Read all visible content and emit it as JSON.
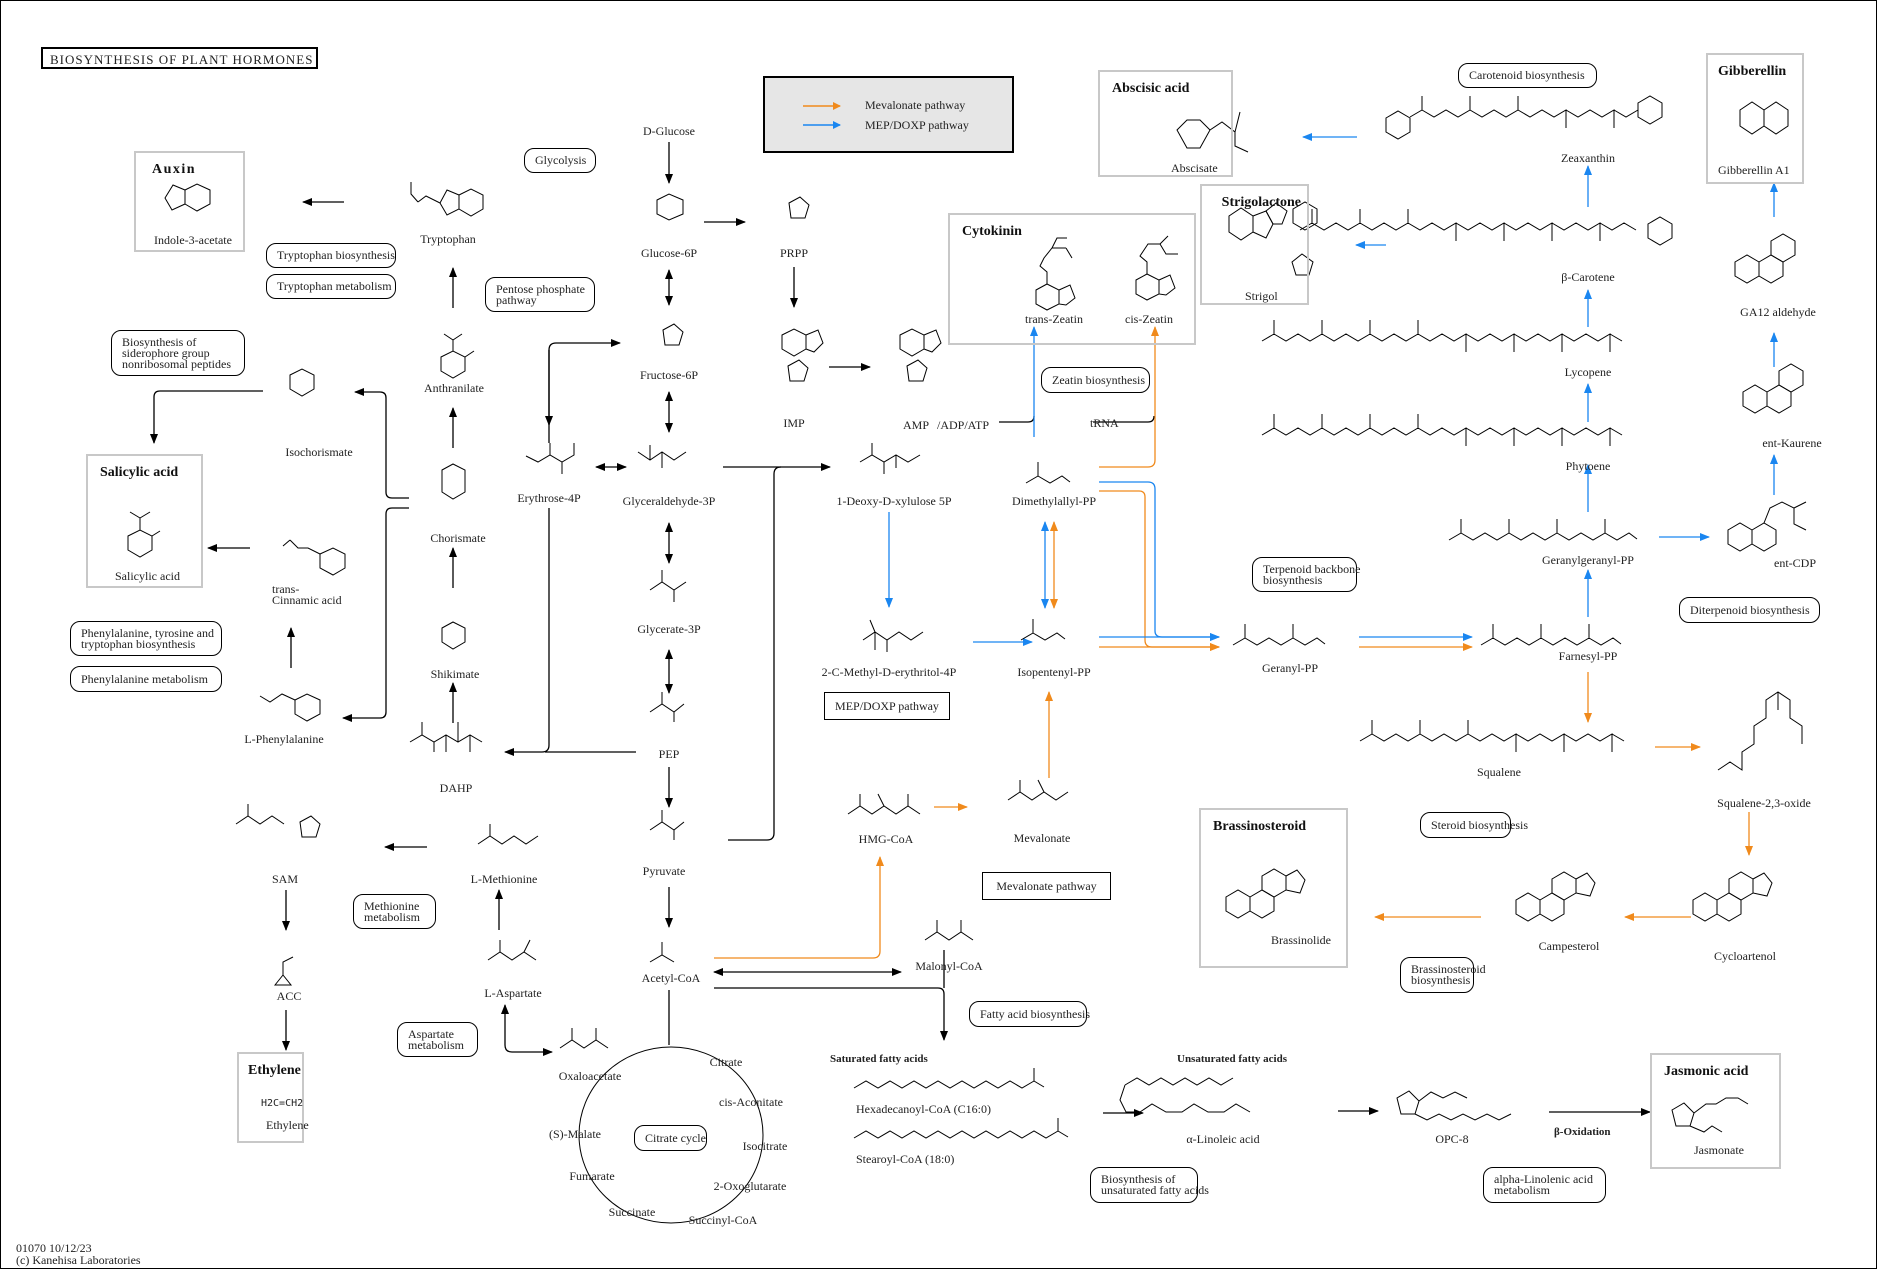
{
  "title": "BIOSYNTHESIS OF PLANT HORMONES",
  "colors": {
    "mevalonate": "#f08a1c",
    "mep_doxp": "#1a86f0",
    "hormone_box_border": "#c8c8c8",
    "legend_bg": "#e6e6e6"
  },
  "legend": {
    "items": [
      {
        "label": "Mevalonate pathway",
        "color": "#f08a1c"
      },
      {
        "label": "MEP/DOXP pathway",
        "color": "#1a86f0"
      }
    ]
  },
  "hormones": {
    "auxin": {
      "title": "Auxin",
      "compound": "Indole-3-acetate"
    },
    "salicylic": {
      "title": "Salicylic acid",
      "compound": "Salicylic acid"
    },
    "ethylene": {
      "title": "Ethylene",
      "formula": "H2C=CH2",
      "compound": "Ethylene"
    },
    "abscisic": {
      "title": "Abscisic acid",
      "compound": "Abscisate"
    },
    "strigolactone": {
      "title": "Strigolactone",
      "compound": "Strigol"
    },
    "cytokinin": {
      "title": "Cytokinin",
      "compounds": [
        "trans-Zeatin",
        "cis-Zeatin"
      ]
    },
    "gibberellin": {
      "title": "Gibberellin",
      "compound": "Gibberellin A1"
    },
    "brassinosteroid": {
      "title": "Brassinosteroid",
      "compound": "Brassinolide"
    },
    "jasmonic": {
      "title": "Jasmonic acid",
      "compound": "Jasmonate"
    }
  },
  "compounds": {
    "d_glucose": "D-Glucose",
    "glucose_6p": "Glucose-6P",
    "prpp": "PRPP",
    "fructose_6p": "Fructose-6P",
    "imp": "IMP",
    "amp": "AMP",
    "adp_atp": "/ADP/ATP",
    "trna": "tRNA",
    "erythrose_4p": "Erythrose-4P",
    "glyceraldehyde_3p": "Glyceraldehyde-3P",
    "deoxy_xylulose": "1-Deoxy-D-xylulose 5P",
    "dmapp": "Dimethylallyl-PP",
    "glycerate_3p": "Glycerate-3P",
    "mep": "2-C-Methyl-D-erythritol-4P",
    "ipp": "Isopentenyl-PP",
    "geranyl_pp": "Geranyl-PP",
    "farnesyl_pp": "Farnesyl-PP",
    "ggpp": "Geranylgeranyl-PP",
    "phytoene": "Phytoene",
    "lycopene": "Lycopene",
    "beta_carotene": "β-Carotene",
    "zeaxanthin": "Zeaxanthin",
    "ent_cdp": "ent-CDP",
    "ent_kaurene": "ent-Kaurene",
    "ga12": "GA12 aldehyde",
    "squalene": "Squalene",
    "squalene_oxide": "Squalene-2,3-oxide",
    "cycloartenol": "Cycloartenol",
    "campesterol": "Campesterol",
    "pep": "PEP",
    "pyruvate": "Pyruvate",
    "acetyl_coa": "Acetyl-CoA",
    "hmg_coa": "HMG-CoA",
    "mevalonate": "Mevalonate",
    "malonyl_coa": "Malonyl-CoA",
    "tryptophan": "Tryptophan",
    "anthranilate": "Anthranilate",
    "chorismate": "Chorismate",
    "isochorismate": "Isochorismate",
    "shikimate": "Shikimate",
    "dahp": "DAHP",
    "cinnamic": "trans-\nCinnamic acid",
    "cinnamic_1": "trans-",
    "cinnamic_2": "Cinnamic acid",
    "phenylalanine": "L-Phenylalanine",
    "sam": "SAM",
    "acc": "ACC",
    "methionine": "L-Methionine",
    "aspartate": "L-Aspartate",
    "oxaloacetate": "Oxaloacetate",
    "citrate": "Citrate",
    "cis_aconitate": "cis-Aconitate",
    "isocitrate": "Isocitrate",
    "oxoglutarate": "2-Oxoglutarate",
    "succinyl_coa": "Succinyl-CoA",
    "succinate": "Succinate",
    "fumarate": "Fumarate",
    "malate": "(S)-Malate",
    "hexadecanoyl": "Hexadecanoyl-CoA (C16:0)",
    "stearoyl": "Stearoyl-CoA (18:0)",
    "linoleic": "α-Linoleic acid",
    "opc8": "OPC-8"
  },
  "section_labels": {
    "saturated": "Saturated fatty acids",
    "unsaturated": "Unsaturated fatty acids",
    "beta_oxidation": "β-Oxidation"
  },
  "pathway_maps": [
    {
      "id": "glycolysis",
      "label": "Glycolysis"
    },
    {
      "id": "trp_biosynth",
      "label": "Tryptophan biosynthesis"
    },
    {
      "id": "trp_metab",
      "label": "Tryptophan metabolism"
    },
    {
      "id": "pentose",
      "label": "Pentose phosphate\npathway",
      "lines": [
        "Pentose phosphate",
        "pathway"
      ]
    },
    {
      "id": "siderophore",
      "lines": [
        "Biosynthesis of",
        "siderophore group",
        "nonribosomal peptides"
      ]
    },
    {
      "id": "phe_tyr_trp",
      "lines": [
        "Phenylalanine, tyrosine and",
        "tryptophan biosynthesis"
      ]
    },
    {
      "id": "phe_metab",
      "label": "Phenylalanine metabolism"
    },
    {
      "id": "met_metab",
      "lines": [
        "Methionine",
        "metabolism"
      ]
    },
    {
      "id": "asp_metab",
      "lines": [
        "Aspartate",
        "metabolism"
      ]
    },
    {
      "id": "citrate_cycle",
      "label": "Citrate cycle"
    },
    {
      "id": "zeatin",
      "label": "Zeatin biosynthesis"
    },
    {
      "id": "carotenoid",
      "label": "Carotenoid biosynthesis"
    },
    {
      "id": "terpenoid",
      "lines": [
        "Terpenoid backbone",
        "biosynthesis"
      ]
    },
    {
      "id": "diterpenoid",
      "label": "Diterpenoid biosynthesis"
    },
    {
      "id": "steroid",
      "label": "Steroid biosynthesis"
    },
    {
      "id": "brassino_bs",
      "lines": [
        "Brassinosteroid",
        "biosynthesis"
      ]
    },
    {
      "id": "fatty_acid",
      "label": "Fatty acid biosynthesis"
    },
    {
      "id": "unsat_fa",
      "lines": [
        "Biosynthesis of",
        "unsaturated fatty acids"
      ]
    },
    {
      "id": "alpha_linolenic",
      "lines": [
        "alpha-Linolenic acid",
        "metabolism"
      ]
    }
  ],
  "pathway_boxes": {
    "mep_doxp": "MEP/DOXP pathway",
    "mevalonate": "Mevalonate pathway"
  },
  "footer": {
    "map_id_date": "01070 10/12/23",
    "copyright": "(c) Kanehisa Laboratories"
  }
}
